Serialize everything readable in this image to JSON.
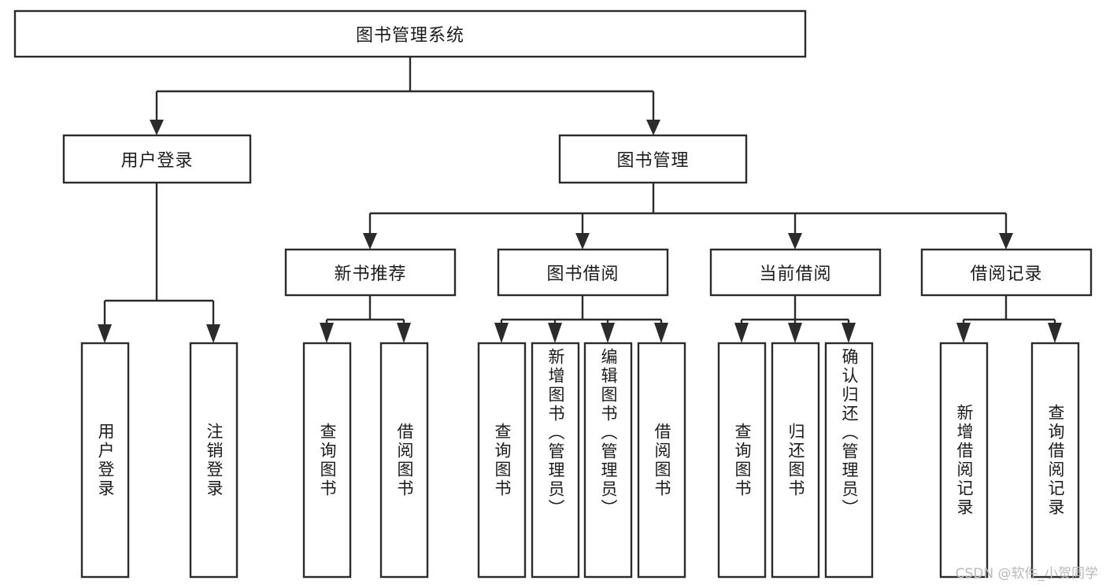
{
  "diagram": {
    "type": "tree-hierarchy",
    "title": "图书管理系统",
    "watermark": "CSDN @软件_小贺同学",
    "colors": {
      "stroke": "#2b2b2b",
      "fill": "#ffffff",
      "text": "#1b1b1b",
      "watermark": "#b9b9b9",
      "background": "#ffffff"
    },
    "levels": {
      "root": {
        "label": "图书管理系统"
      },
      "level2": [
        {
          "label": "用户登录"
        },
        {
          "label": "图书管理"
        }
      ],
      "level3": [
        {
          "label": "新书推荐"
        },
        {
          "label": "图书借阅"
        },
        {
          "label": "当前借阅"
        },
        {
          "label": "借阅记录"
        }
      ],
      "leaves": {
        "user_login": [
          {
            "label": "用户登录"
          },
          {
            "label": "注销登录"
          }
        ],
        "new_book_recommend": [
          {
            "label": "查询图书"
          },
          {
            "label": "借阅图书"
          }
        ],
        "book_borrow": [
          {
            "label": "查询图书"
          },
          {
            "label": "新增图书（管理员）"
          },
          {
            "label": "编辑图书（管理员）"
          },
          {
            "label": "借阅图书"
          }
        ],
        "current_borrow": [
          {
            "label": "查询图书"
          },
          {
            "label": "归还图书"
          },
          {
            "label": "确认归还（管理员）"
          }
        ],
        "borrow_record": [
          {
            "label": "新增借阅记录"
          },
          {
            "label": "查询借阅记录"
          }
        ]
      }
    }
  }
}
